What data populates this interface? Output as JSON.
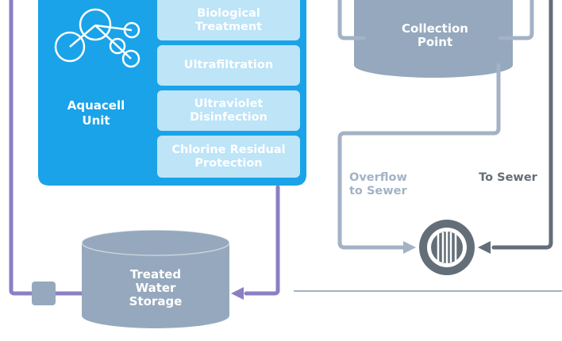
{
  "unit": {
    "name": "Aquacell Unit"
  },
  "stages": [
    "Biological Treatment",
    "Ultrafiltration",
    "Ultraviolet Disinfection",
    "Chlorine Residual Protection"
  ],
  "tanks": {
    "treated": "Treated Water Storage",
    "collection": "Collection Point"
  },
  "labels": {
    "overflow": "Overflow to Sewer",
    "to_sewer": "To Sewer"
  },
  "colors": {
    "unit_blue": "#1aa3e8",
    "stage_blue": "#bde4f7",
    "tank_grey": "#95a8bd",
    "purple_pipe": "#8b7fc4",
    "lightgrey_pipe": "#a3b2c5",
    "dark_pipe": "#636e78"
  }
}
